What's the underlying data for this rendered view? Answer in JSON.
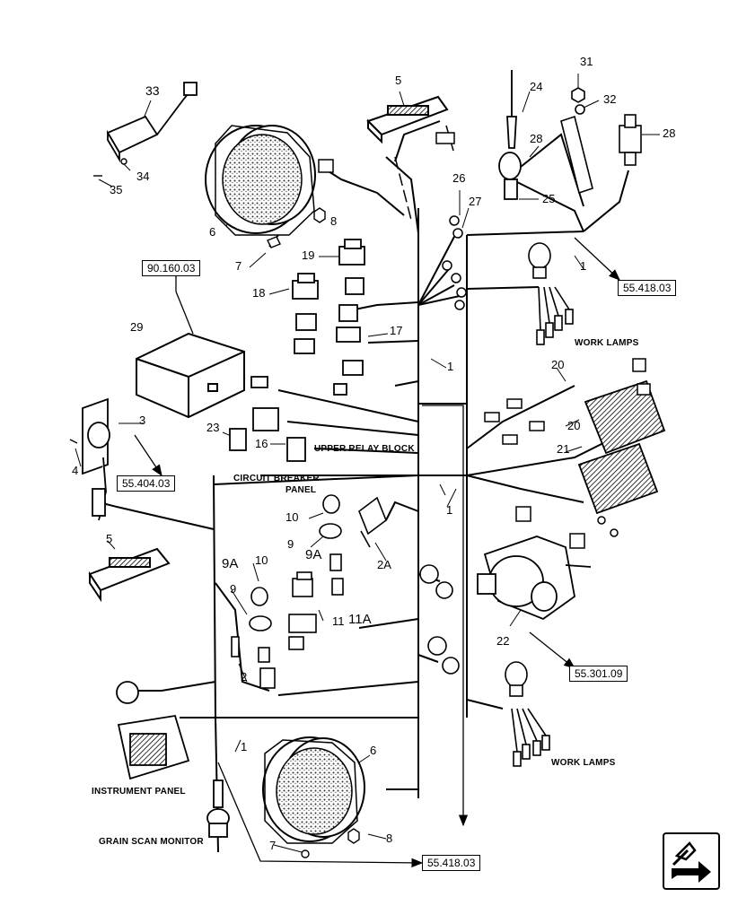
{
  "callouts": {
    "n33": "33",
    "n34": "34",
    "n35": "35",
    "n6a": "6",
    "n8a": "8",
    "n7a": "7",
    "n5a": "5",
    "n24": "24",
    "n31": "31",
    "n32": "32",
    "n28a": "28",
    "n28b": "28",
    "n25": "25",
    "n26": "26",
    "n27": "27",
    "n19": "19",
    "n18": "18",
    "n17": "17",
    "n1a": "1",
    "n1b": "1",
    "n1c": "1",
    "n1d": "1",
    "n29": "29",
    "n3": "3",
    "n4": "4",
    "n23": "23",
    "n16": "16",
    "n20a": "20",
    "n20b": "20",
    "n21": "21",
    "n10a": "10",
    "n9a": "9",
    "n9A1": "9A",
    "n9A2": "9A",
    "n2A": "2A",
    "n5b": "5",
    "n10b": "10",
    "n9b": "9",
    "n11": "11",
    "n11A": "11A",
    "n2": "2",
    "n22": "22",
    "n6b": "6",
    "n7b": "7",
    "n8b": "8"
  },
  "captions": {
    "work_lamps_1": "WORK LAMPS",
    "work_lamps_2": "WORK LAMPS",
    "upper_relay_block": "UPPER RELAY BLOCK",
    "circuit_breaker_1": "CIRCUIT BREAKER",
    "circuit_breaker_2": "PANEL",
    "instrument_panel": "INSTRUMENT PANEL",
    "grain_scan_monitor": "GRAIN SCAN MONITOR"
  },
  "references": {
    "r90": "90.160.03",
    "r55418a": "55.418.03",
    "r55404": "55.404.03",
    "r55301": "55.301.09",
    "r55418b": "55.418.03"
  },
  "icons": {
    "nav": "previous-page-arrow-icon"
  }
}
